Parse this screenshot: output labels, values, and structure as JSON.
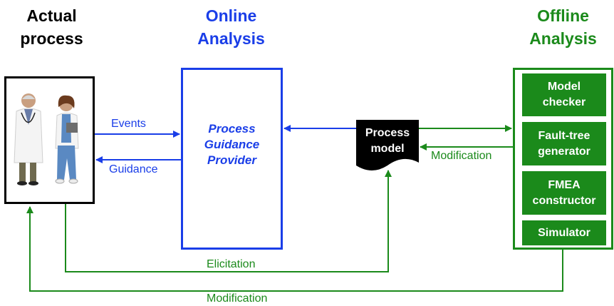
{
  "headings": {
    "actual": [
      "Actual",
      "process"
    ],
    "online": [
      "Online",
      "Analysis"
    ],
    "offline": [
      "Offline",
      "Analysis"
    ]
  },
  "online_box": {
    "label_lines": [
      "Process",
      "Guidance",
      "Provider"
    ]
  },
  "process_model": {
    "label_lines": [
      "Process",
      "model"
    ]
  },
  "offline_tools": [
    {
      "lines": [
        "Model",
        "checker"
      ]
    },
    {
      "lines": [
        "Fault-tree",
        "generator"
      ]
    },
    {
      "lines": [
        "FMEA",
        "constructor"
      ]
    },
    {
      "lines": [
        "Simulator"
      ]
    }
  ],
  "edges": {
    "events": "Events",
    "guidance": "Guidance",
    "modification_right": "Modification",
    "elicitation": "Elicitation",
    "modification_bottom": "Modification"
  },
  "colors": {
    "blue": "#1a3ee8",
    "green": "#1b8a1b",
    "black": "#000000"
  }
}
